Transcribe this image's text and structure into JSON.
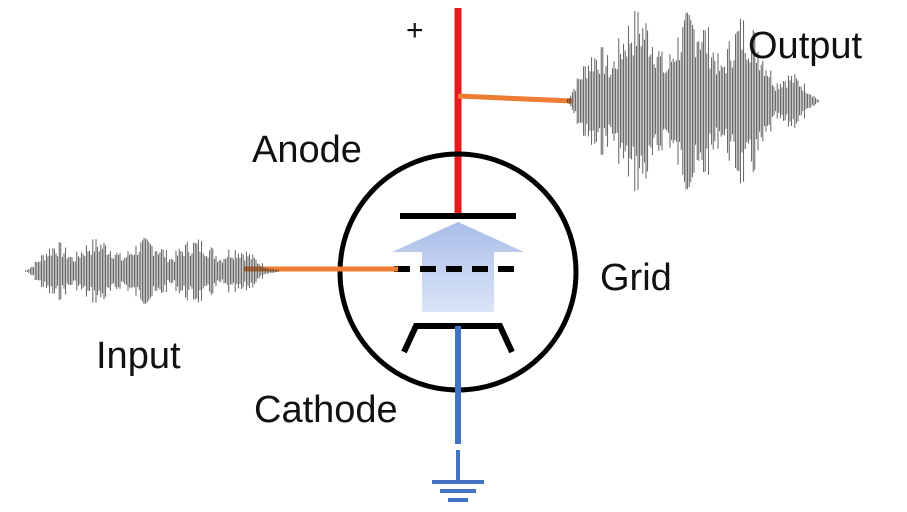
{
  "labels": {
    "plus": "+",
    "anode": "Anode",
    "grid": "Grid",
    "cathode": "Cathode",
    "input": "Input",
    "output": "Output"
  },
  "colors": {
    "anode_wire": "#e8191c",
    "cathode_wire": "#4472c4",
    "signal_wire": "#ed7d31",
    "tube_outline": "#000000",
    "arrow_fill": "#b4c7e7",
    "waveform": "#333333"
  }
}
